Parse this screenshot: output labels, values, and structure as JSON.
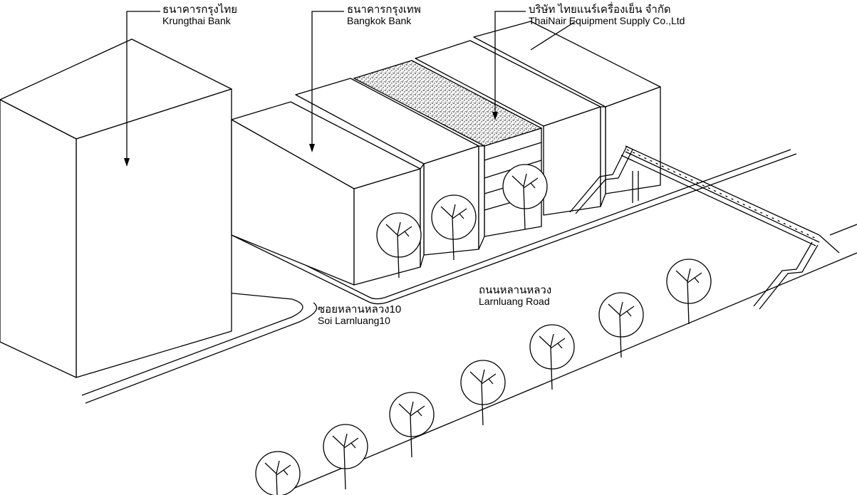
{
  "labels": {
    "krungthai": {
      "thai": "ธนาคารกรุงไทย",
      "english": "Krungthai Bank"
    },
    "bangkok_bank": {
      "thai": "ธนาคารกรุงเทพ",
      "english": "Bangkok Bank"
    },
    "thainair": {
      "thai": "บริษัท ไทยแนร์เครื่องเย็น จำกัด",
      "english": "ThaiNair Equipment Supply Co.,Ltd"
    },
    "soi": {
      "thai": "ซอยหลานหลวง10",
      "english": "Soi Larnluang10"
    },
    "road": {
      "thai": "ถนนหลานหลวง",
      "english": "Larnluang Road"
    }
  },
  "colors": {
    "line": "#000000",
    "background": "#ffffff"
  }
}
